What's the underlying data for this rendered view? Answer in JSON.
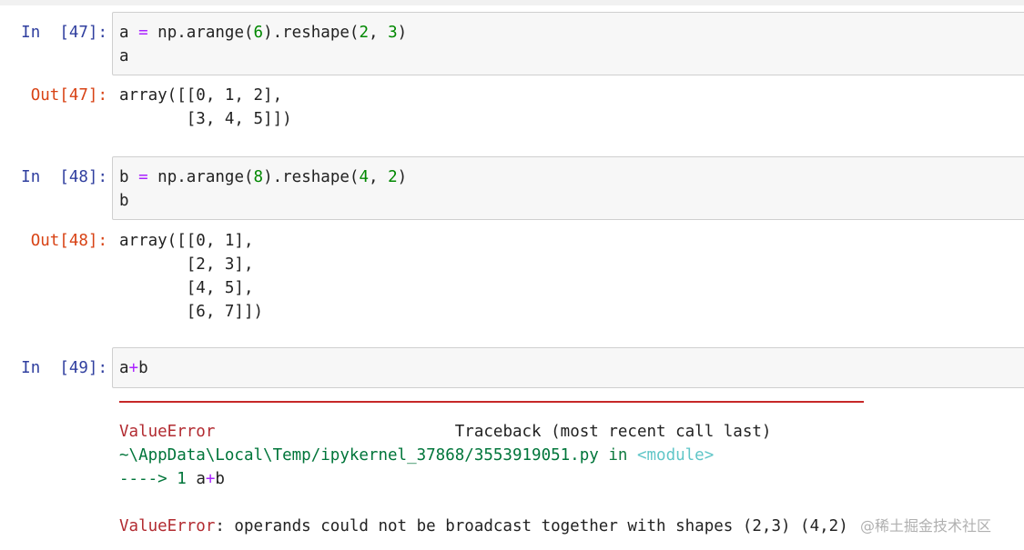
{
  "cells": [
    {
      "in_prompt": "In  [47]:",
      "input_lines": [
        "a = np.arange(6).reshape(2, 3)",
        "a"
      ],
      "out_prompt": "Out[47]:",
      "output_lines": [
        "array([[0, 1, 2],",
        "       [3, 4, 5]])"
      ]
    },
    {
      "in_prompt": "In  [48]:",
      "input_lines": [
        "b = np.arange(8).reshape(4, 2)",
        "b"
      ],
      "out_prompt": "Out[48]:",
      "output_lines": [
        "array([[0, 1],",
        "       [2, 3],",
        "       [4, 5],",
        "       [6, 7]])"
      ]
    },
    {
      "in_prompt": "In  [49]:",
      "input_lines": [
        "a+b"
      ]
    }
  ],
  "traceback": {
    "error_name": "ValueError",
    "traceback_header": "Traceback (most recent call last)",
    "file_path": "~\\AppData\\Local\\Temp/ipykernel_37868/3553919051.py",
    "file_in": "in",
    "module": "<module>",
    "arrow": "---->",
    "line_no": "1",
    "line_code": "a+b",
    "final_error_name": "ValueError",
    "final_error_message": ": operands could not be broadcast together with shapes (2,3) (4,2)"
  },
  "watermark": "@稀土掘金技术社区",
  "colors": {
    "in_prompt": "#303f9f",
    "out_prompt": "#d84315",
    "operator": "#aa22ff",
    "number": "#008800",
    "error": "#b22b31",
    "path": "#00753a",
    "module": "#60c6c8"
  }
}
